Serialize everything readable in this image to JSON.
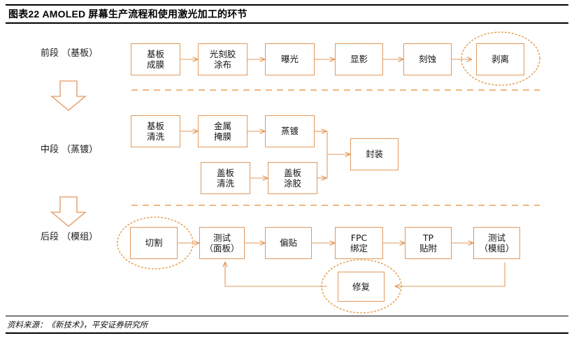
{
  "header": {
    "title": "图表22   AMOLED 屏幕生产流程和使用激光加工的环节"
  },
  "footer": {
    "source": "资料来源：《新技术》，平安证券研究所"
  },
  "colors": {
    "box_border": "#E0995C",
    "connector": "#E0995C",
    "highlight_ellipse": "#E8A255",
    "divider": "#E8A255",
    "text": "#141414",
    "rule": "#000000"
  },
  "stages": [
    {
      "id": "front",
      "line1": "前段",
      "line2": "（基板）"
    },
    {
      "id": "middle",
      "line1": "中段",
      "line2": "（蒸镀）"
    },
    {
      "id": "back",
      "line1": "后段",
      "line2": "（模组）"
    }
  ],
  "arrows_down": [
    {
      "id": "front-to-middle"
    },
    {
      "id": "middle-to-back"
    }
  ],
  "dividers": [
    {
      "id": "divider-front-middle"
    },
    {
      "id": "divider-middle-back"
    }
  ],
  "nodes": {
    "front": [
      {
        "id": "substrate-film",
        "line1": "基板",
        "line2": "成膜",
        "highlighted": false
      },
      {
        "id": "photoresist-coat",
        "line1": "光刻胶",
        "line2": "涂布",
        "highlighted": false
      },
      {
        "id": "exposure",
        "line1": "曝光",
        "line2": "",
        "highlighted": false
      },
      {
        "id": "develop",
        "line1": "显影",
        "line2": "",
        "highlighted": false
      },
      {
        "id": "etch",
        "line1": "刻蚀",
        "line2": "",
        "highlighted": false
      },
      {
        "id": "lift-off",
        "line1": "剥离",
        "line2": "",
        "highlighted": true
      }
    ],
    "middle": [
      {
        "id": "substrate-clean",
        "line1": "基板",
        "line2": "清洗",
        "highlighted": false
      },
      {
        "id": "metal-mask",
        "line1": "金属",
        "line2": "掩膜",
        "highlighted": false
      },
      {
        "id": "evaporation",
        "line1": "蒸镀",
        "line2": "",
        "highlighted": false
      },
      {
        "id": "cover-clean",
        "line1": "盖板",
        "line2": "清洗",
        "highlighted": false
      },
      {
        "id": "cover-glue",
        "line1": "盖板",
        "line2": "涂胶",
        "highlighted": false
      },
      {
        "id": "encapsulation",
        "line1": "封装",
        "line2": "",
        "highlighted": false
      }
    ],
    "back": [
      {
        "id": "cutting",
        "line1": "切割",
        "line2": "",
        "highlighted": true
      },
      {
        "id": "test-panel",
        "line1": "测试",
        "line2": "（面板）",
        "highlighted": false
      },
      {
        "id": "polarizer",
        "line1": "偏贴",
        "line2": "",
        "highlighted": false
      },
      {
        "id": "fpc-bond",
        "line1": "FPC",
        "line2": "绑定",
        "highlighted": false
      },
      {
        "id": "tp-attach",
        "line1": "TP",
        "line2": "贴附",
        "highlighted": false
      },
      {
        "id": "test-module",
        "line1": "测试",
        "line2": "（模组）",
        "highlighted": false
      },
      {
        "id": "repair",
        "line1": "修复",
        "line2": "",
        "highlighted": true
      }
    ]
  },
  "flow": {
    "front_sequence": [
      "基板成膜",
      "光刻胶涂布",
      "曝光",
      "显影",
      "刻蚀",
      "剥离"
    ],
    "middle_sequence_a": [
      "基板清洗",
      "金属掩膜",
      "蒸镀",
      "封装"
    ],
    "middle_sequence_b": [
      "盖板清洗",
      "盖板涂胶",
      "封装"
    ],
    "back_sequence": [
      "切割",
      "测试（面板）",
      "偏贴",
      "FPC绑定",
      "TP贴附",
      "测试（模组）"
    ],
    "feedback": [
      "测试（模组）",
      "修复",
      "测试（面板）"
    ],
    "laser_steps": [
      "剥离",
      "切割",
      "修复"
    ]
  }
}
